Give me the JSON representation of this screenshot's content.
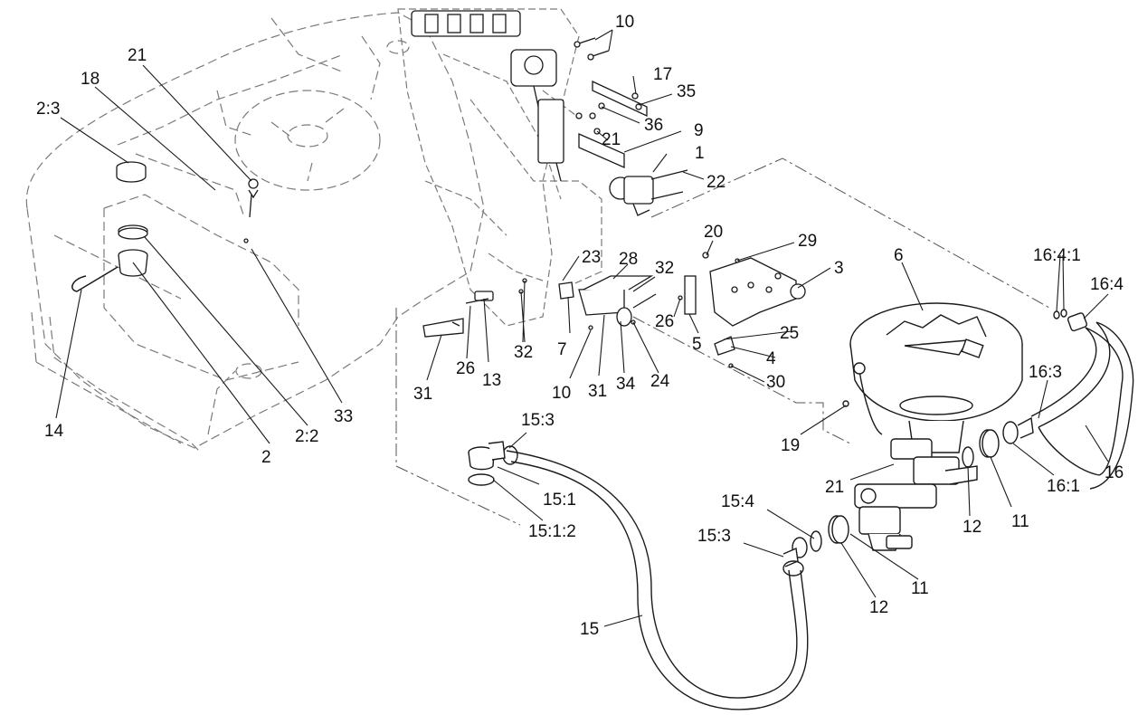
{
  "colors": {
    "line": "#1a1a1a",
    "phantom": "#7a7a7a",
    "background": "#ffffff"
  },
  "callouts": {
    "c10a": "10",
    "c17": "17",
    "c35": "35",
    "c21a": "21",
    "c18": "18",
    "c2_3": "2:3",
    "c36": "36",
    "c9": "9",
    "c21b": "21",
    "c1": "1",
    "c22": "22",
    "c20": "20",
    "c29": "29",
    "c3": "3",
    "c6": "6",
    "c16_4_1": "16:4:1",
    "c16_4": "16:4",
    "c23": "23",
    "c28": "28",
    "c32a": "32",
    "c26a": "26",
    "c5": "5",
    "c25": "25",
    "c4": "4",
    "c30": "30",
    "c32b": "32",
    "c7": "7",
    "c31a": "31",
    "c26b": "26",
    "c13": "13",
    "c10b": "10",
    "c31b": "31",
    "c34": "34",
    "c24": "24",
    "c33": "33",
    "c14": "14",
    "c2_2": "2:2",
    "c2": "2",
    "c16_3": "16:3",
    "c19": "19",
    "c15_3a": "15:3",
    "c15_1": "15:1",
    "c15_1_2": "15:1:2",
    "c21c": "21",
    "c12a": "12",
    "c11a": "11",
    "c16_1": "16:1",
    "c16": "16",
    "c15_4": "15:4",
    "c15_3b": "15:3",
    "c12b": "12",
    "c11b": "11",
    "c15": "15"
  }
}
